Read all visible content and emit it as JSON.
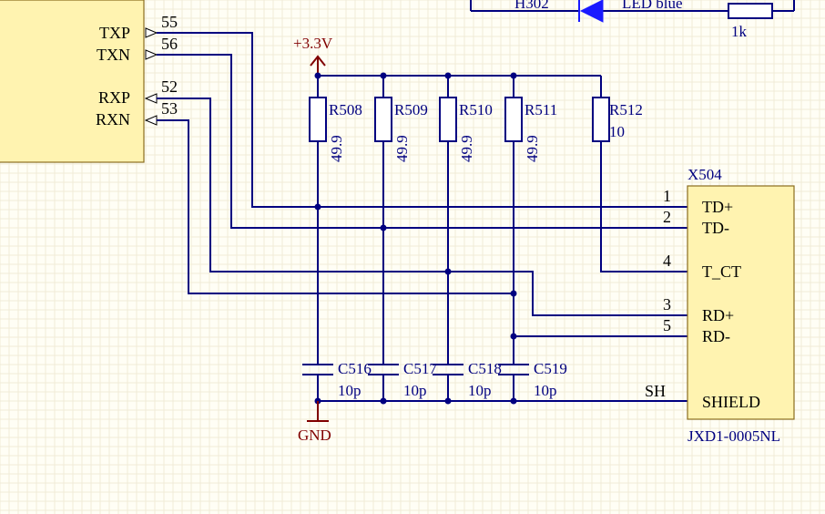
{
  "left_ic": {
    "pins": [
      {
        "name": "TXP",
        "number": "55"
      },
      {
        "name": "TXN",
        "number": "56"
      },
      {
        "name": "RXP",
        "number": "52"
      },
      {
        "name": "RXN",
        "number": "53"
      }
    ]
  },
  "top": {
    "designator": "H302",
    "led": "LED blue",
    "resistor": "1k"
  },
  "power": {
    "net": "+3.3V"
  },
  "ground": {
    "net": "GND"
  },
  "resistors": [
    {
      "ref": "R508",
      "value": "49.9"
    },
    {
      "ref": "R509",
      "value": "49.9"
    },
    {
      "ref": "R510",
      "value": "49.9"
    },
    {
      "ref": "R511",
      "value": "49.9"
    },
    {
      "ref": "R512",
      "value": "10"
    }
  ],
  "capacitors": [
    {
      "ref": "C516",
      "value": "10p"
    },
    {
      "ref": "C517",
      "value": "10p"
    },
    {
      "ref": "C518",
      "value": "10p"
    },
    {
      "ref": "C519",
      "value": "10p"
    }
  ],
  "connector": {
    "ref": "X504",
    "part": "JXD1-0005NL",
    "pins": [
      {
        "number": "1",
        "name": "TD+"
      },
      {
        "number": "2",
        "name": "TD-"
      },
      {
        "number": "4",
        "name": "T_CT"
      },
      {
        "number": "3",
        "name": "RD+"
      },
      {
        "number": "5",
        "name": "RD-"
      },
      {
        "number": "SH",
        "name": "SHIELD"
      }
    ]
  },
  "colors": {
    "wire": "#000080",
    "component_body": "#fff3b0",
    "power_symbol": "#800000",
    "led": "#1a1aff"
  }
}
